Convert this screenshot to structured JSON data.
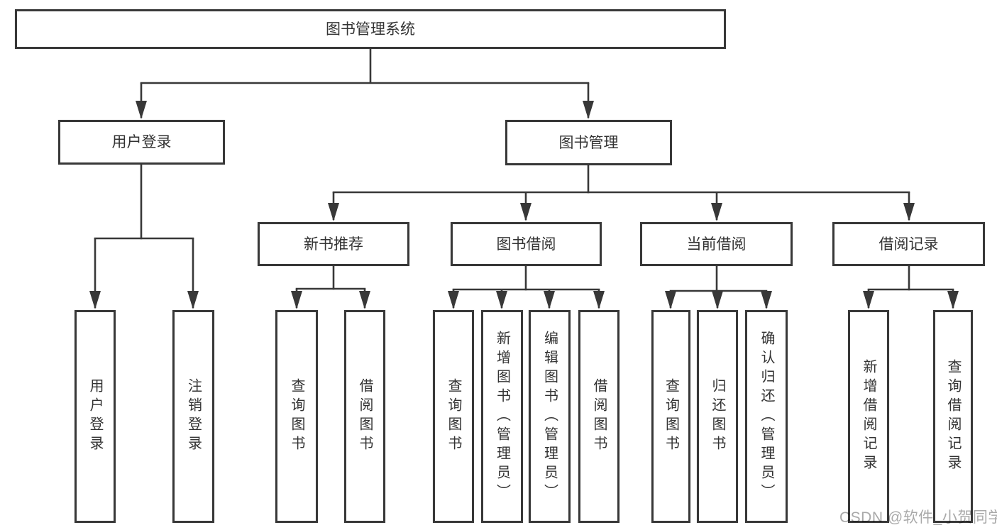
{
  "tree": {
    "root": "图书管理系统",
    "branches": [
      {
        "label": "用户登录",
        "children": [
          "用户登录",
          "注销登录"
        ]
      },
      {
        "label": "图书管理",
        "groups": [
          {
            "label": "新书推荐",
            "children": [
              "查询图书",
              "借阅图书"
            ]
          },
          {
            "label": "图书借阅",
            "children": [
              "查询图书",
              "新增图书（管理员）",
              "编辑图书（管理员）",
              "借阅图书"
            ]
          },
          {
            "label": "当前借阅",
            "children": [
              "查询图书",
              "归还图书",
              "确认归还（管理员）"
            ]
          },
          {
            "label": "借阅记录",
            "children": [
              "新增借阅记录",
              "查询借阅记录"
            ]
          }
        ]
      }
    ]
  },
  "watermark": "CSDN @软件_小贺同学",
  "colors": {
    "line": "#383838",
    "text": "#333333",
    "watermark": "#a9a9a9",
    "background": "#ffffff"
  }
}
